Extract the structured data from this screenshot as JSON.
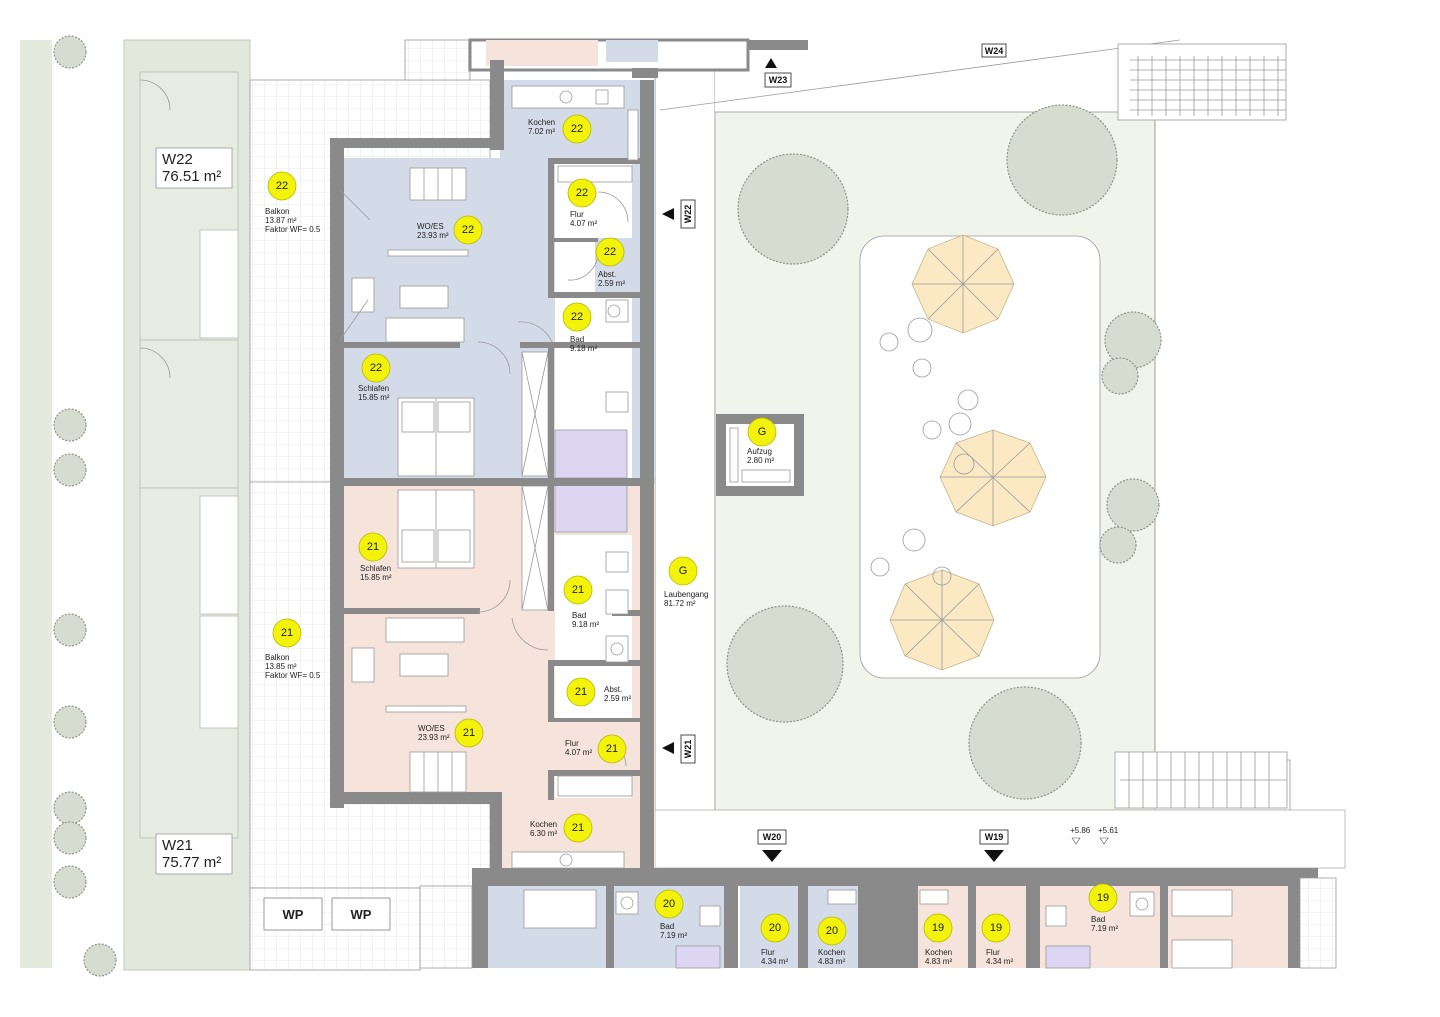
{
  "units": [
    {
      "id": "W22",
      "label": "W22",
      "area": "76.51 m²"
    },
    {
      "id": "W21",
      "label": "W21",
      "area": "75.77 m²"
    }
  ],
  "rooms": [
    {
      "key": "w22-kochen",
      "badge": "22",
      "name": "Kochen",
      "area": "7.02 m²"
    },
    {
      "key": "w22-balkon",
      "badge": "22",
      "name": "Balkon",
      "area": "13.87 m²",
      "note": "Faktor WF= 0.5"
    },
    {
      "key": "w22-flur",
      "badge": "22",
      "name": "Flur",
      "area": "4.07 m²"
    },
    {
      "key": "w22-woes",
      "badge": "22",
      "name": "WO/ES",
      "area": "23.93 m²"
    },
    {
      "key": "w22-abst",
      "badge": "22",
      "name": "Abst.",
      "area": "2.59 m²"
    },
    {
      "key": "w22-bad",
      "badge": "22",
      "name": "Bad",
      "area": "9.18 m²"
    },
    {
      "key": "w22-schlafen",
      "badge": "22",
      "name": "Schlafen",
      "area": "15.85 m²"
    },
    {
      "key": "aufzug",
      "badge": "G",
      "name": "Aufzug",
      "area": "2.80 m²"
    },
    {
      "key": "w21-schlafen",
      "badge": "21",
      "name": "Schlafen",
      "area": "15.85 m²"
    },
    {
      "key": "laubengang",
      "badge": "G",
      "name": "Laubengang",
      "area": "81.72 m²"
    },
    {
      "key": "w21-bad",
      "badge": "21",
      "name": "Bad",
      "area": "9.18 m²"
    },
    {
      "key": "w21-balkon",
      "badge": "21",
      "name": "Balkon",
      "area": "13.85 m²",
      "note": "Faktor WF= 0.5"
    },
    {
      "key": "w21-abst",
      "badge": "21",
      "name": "Abst.",
      "area": "2.59 m²"
    },
    {
      "key": "w21-woes",
      "badge": "21",
      "name": "WO/ES",
      "area": "23.93 m²"
    },
    {
      "key": "w21-flur",
      "badge": "21",
      "name": "Flur",
      "area": "4.07 m²"
    },
    {
      "key": "w21-kochen",
      "badge": "21",
      "name": "Kochen",
      "area": "6.30 m²"
    },
    {
      "key": "w20-bad",
      "badge": "20",
      "name": "Bad",
      "area": "7.19 m²"
    },
    {
      "key": "w20-flur",
      "badge": "20",
      "name": "Flur",
      "area": "4.34 m²"
    },
    {
      "key": "w20-kochen",
      "badge": "20",
      "name": "Kochen",
      "area": "4.83 m²"
    },
    {
      "key": "w19-kochen",
      "badge": "19",
      "name": "Kochen",
      "area": "4.83 m²"
    },
    {
      "key": "w19-flur",
      "badge": "19",
      "name": "Flur",
      "area": "4.34 m²"
    },
    {
      "key": "w19-bad",
      "badge": "19",
      "name": "Bad",
      "area": "7.19 m²"
    }
  ],
  "entrances": [
    "W24",
    "W23",
    "W22",
    "W21",
    "W20",
    "W19"
  ],
  "levels": [
    "+5.86",
    "+5.61"
  ],
  "parking": [
    "WP",
    "WP"
  ],
  "colors": {
    "unit_w22": "#d4dbe8",
    "unit_w21": "#f6e3dc",
    "unit_lower_blue": "#d4dbe8",
    "unit_lower_pink": "#f6e3dc",
    "garden": "#e3e8dc",
    "courtyard": "#f1f4ea",
    "wall": "#8a8a8a",
    "badge": "#f2f20a"
  }
}
